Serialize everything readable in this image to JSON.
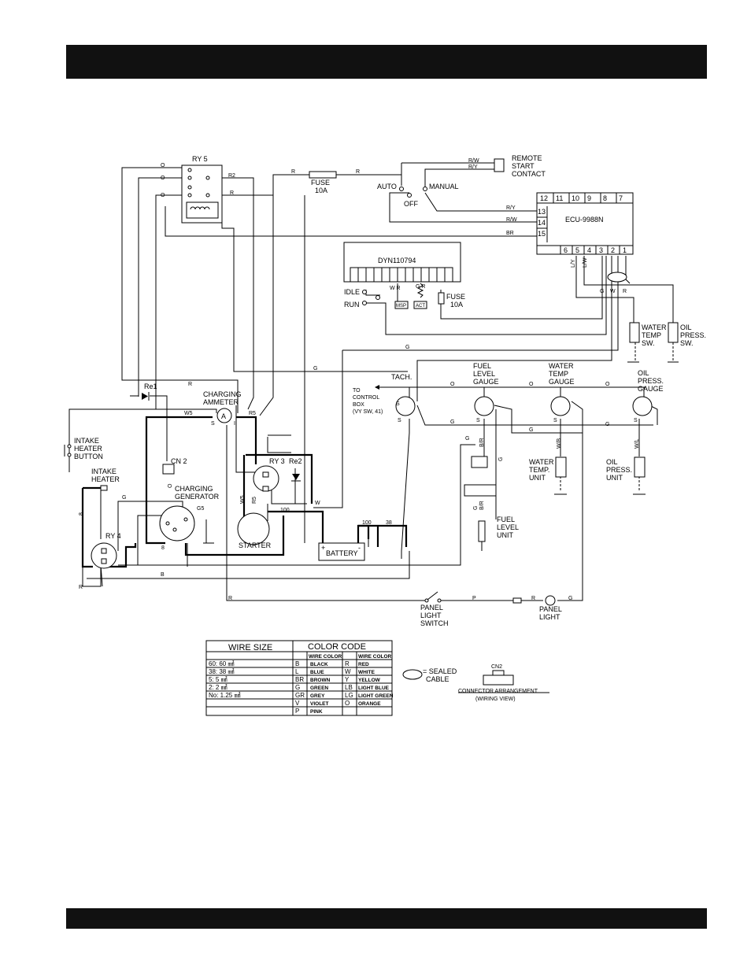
{
  "components": {
    "ry5": "RY 5",
    "fuse_top": [
      "FUSE",
      "10A"
    ],
    "auto": "AUTO",
    "off": "OFF",
    "manual": "MANUAL",
    "remote": [
      "REMOTE",
      "START",
      "CONTACT"
    ],
    "ecu": "ECU-9988N",
    "ecu_top_pins": [
      "12",
      "11",
      "10",
      "9",
      "8",
      "7"
    ],
    "ecu_side_pins": [
      "13",
      "14",
      "15"
    ],
    "ecu_bottom_pins": [
      "6",
      "5",
      "4",
      "3",
      "2",
      "1"
    ],
    "dyn": "DYN110794",
    "idle": "IDLE",
    "run": "RUN",
    "fuse_dyn": [
      "FUSE",
      "10A"
    ],
    "msp": "MSP",
    "act": "ACT",
    "water_temp_sw": [
      "WATER",
      "TEMP",
      "SW."
    ],
    "oil_press_sw": [
      "OIL",
      "PRESS.",
      "SW."
    ],
    "re1": "Re1",
    "charging_ammeter": [
      "CHARGING",
      "AMMETER"
    ],
    "tach": "TACH.",
    "to_control_box": [
      "TO",
      "CONTROL",
      "BOX",
      "(VY SW, 41)"
    ],
    "fuel_level_gauge": [
      "FUEL",
      "LEVEL",
      "GAUGE"
    ],
    "water_temp_gauge": [
      "WATER",
      "TEMP",
      "GAUGE"
    ],
    "oil_press_gauge": [
      "OIL",
      "PRESS.",
      "GAUGE"
    ],
    "intake_heater_button": [
      "INTAKE",
      "HEATER",
      "BUTTON"
    ],
    "intake_heater": [
      "INTAKE",
      "HEATER"
    ],
    "cn2": "CN 2",
    "charging_generator": [
      "CHARGING",
      "GENERATOR"
    ],
    "ry3": "RY 3",
    "re2": "Re2",
    "starter": "STARTER",
    "battery": "BATTERY",
    "ry4": "RY 4",
    "water_temp_unit": [
      "WATER",
      "TEMP.",
      "UNIT"
    ],
    "oil_press_unit": [
      "OIL",
      "PRESS.",
      "UNIT"
    ],
    "fuel_level_unit": [
      "FUEL",
      "LEVEL",
      "UNIT"
    ],
    "panel_light_switch": [
      "PANEL",
      "LIGHT",
      "SWITCH"
    ],
    "panel_light": [
      "PANEL",
      "LIGHT"
    ]
  },
  "wire_labels": {
    "o": "O",
    "r": "R",
    "r2": "R2",
    "r_w": "R/W",
    "r_y": "R/Y",
    "br": "BR",
    "g": "G",
    "w5": "W5",
    "r5": "R5",
    "w": "W",
    "b": "B",
    "p": "P",
    "l_y": "L/Y",
    "l_w": "L/W",
    "w_b": "W/B",
    "w_l": "W/L",
    "b_r": "B/R",
    "g5": "G5",
    "n100": "100",
    "n38": "38",
    "n8": "8",
    "s": "S",
    "i": "I",
    "gr": "G R",
    "w_r": "W R",
    "plus": "+",
    "minus": "-",
    "a": "A"
  },
  "wire_size": {
    "title": "WIRE SIZE",
    "rows": [
      "60:  60  ㎟",
      "38:  38  ㎟",
      "5:   5  ㎟",
      "2:   2  ㎟",
      "No: 1.25 ㎟"
    ]
  },
  "color_code": {
    "title": "COLOR CODE",
    "header": "WIRE COLOR",
    "left": [
      [
        "B",
        "BLACK"
      ],
      [
        "L",
        "BLUE"
      ],
      [
        "BR",
        "BROWN"
      ],
      [
        "G",
        "GREEN"
      ],
      [
        "GR",
        "GREY"
      ],
      [
        "V",
        "VIOLET"
      ],
      [
        "P",
        "PINK"
      ]
    ],
    "right": [
      [
        "R",
        "RED"
      ],
      [
        "W",
        "WHITE"
      ],
      [
        "Y",
        "YELLOW"
      ],
      [
        "LB",
        "LIGHT BLUE"
      ],
      [
        "LG",
        "LIGHT GREEN"
      ],
      [
        "O",
        "ORANGE"
      ]
    ]
  },
  "legend": {
    "sealed_cable": [
      "= SEALED",
      "CABLE"
    ],
    "cn2": "CN2",
    "connector_arrangement": "CONNECTOR ARRANGEMENT",
    "wiring_view": "(WIRING VIEW)"
  }
}
